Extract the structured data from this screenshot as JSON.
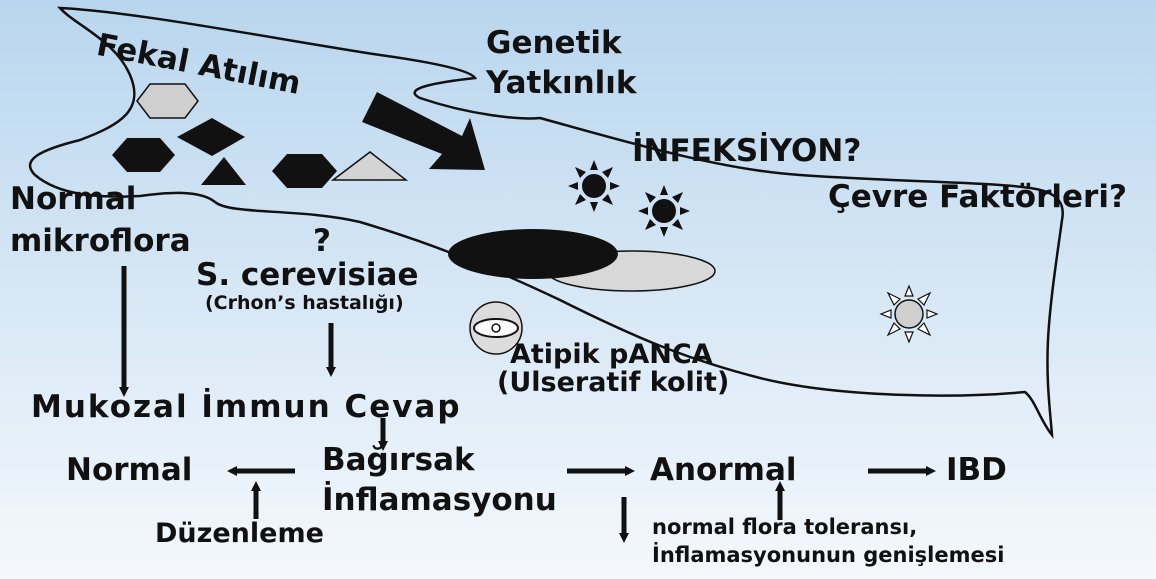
{
  "background": {
    "top_color": "#b9d6ee",
    "bottom_color": "#f4f8fc"
  },
  "labels": {
    "fekal_atilim": "Fekal Atılım",
    "genetik": "Genetik",
    "yatkinlik": "Yatkınlık",
    "infeksiyon": "İNFEKSİYON?",
    "cevre": "Çevre Faktörleri?",
    "normal_mikroflora_1": "Normal",
    "normal_mikroflora_2": "mikroflora",
    "question_mark": "?",
    "s_cerevisiae": "S. cerevisiae",
    "crhons": "(Crhon’s hastalığı)",
    "atipik_panca": "Atipik pANCA",
    "ulseratif": "(Ulseratif kolit)",
    "mukozal": "Mukozal İmmun Cevap",
    "normal": "Normal",
    "bagirsak_1": "Bağırsak",
    "bagirsak_2": "İnflamasyonu",
    "anormal": "Anormal",
    "ibd": "IBD",
    "duzenleme": "Düzenleme",
    "tolerans_1": "normal flora toleransı,",
    "tolerans_2": "İnflamasyonunun genişlemesi"
  },
  "icons": [
    "hexagon-icon",
    "diamond-icon",
    "triangle-icon",
    "sun-icon",
    "eye-sphere-icon",
    "ellipse-icon"
  ],
  "colors": {
    "ink": "#111111",
    "grey_fill": "#cfcfcf",
    "light_grey": "#dcdcdc"
  }
}
